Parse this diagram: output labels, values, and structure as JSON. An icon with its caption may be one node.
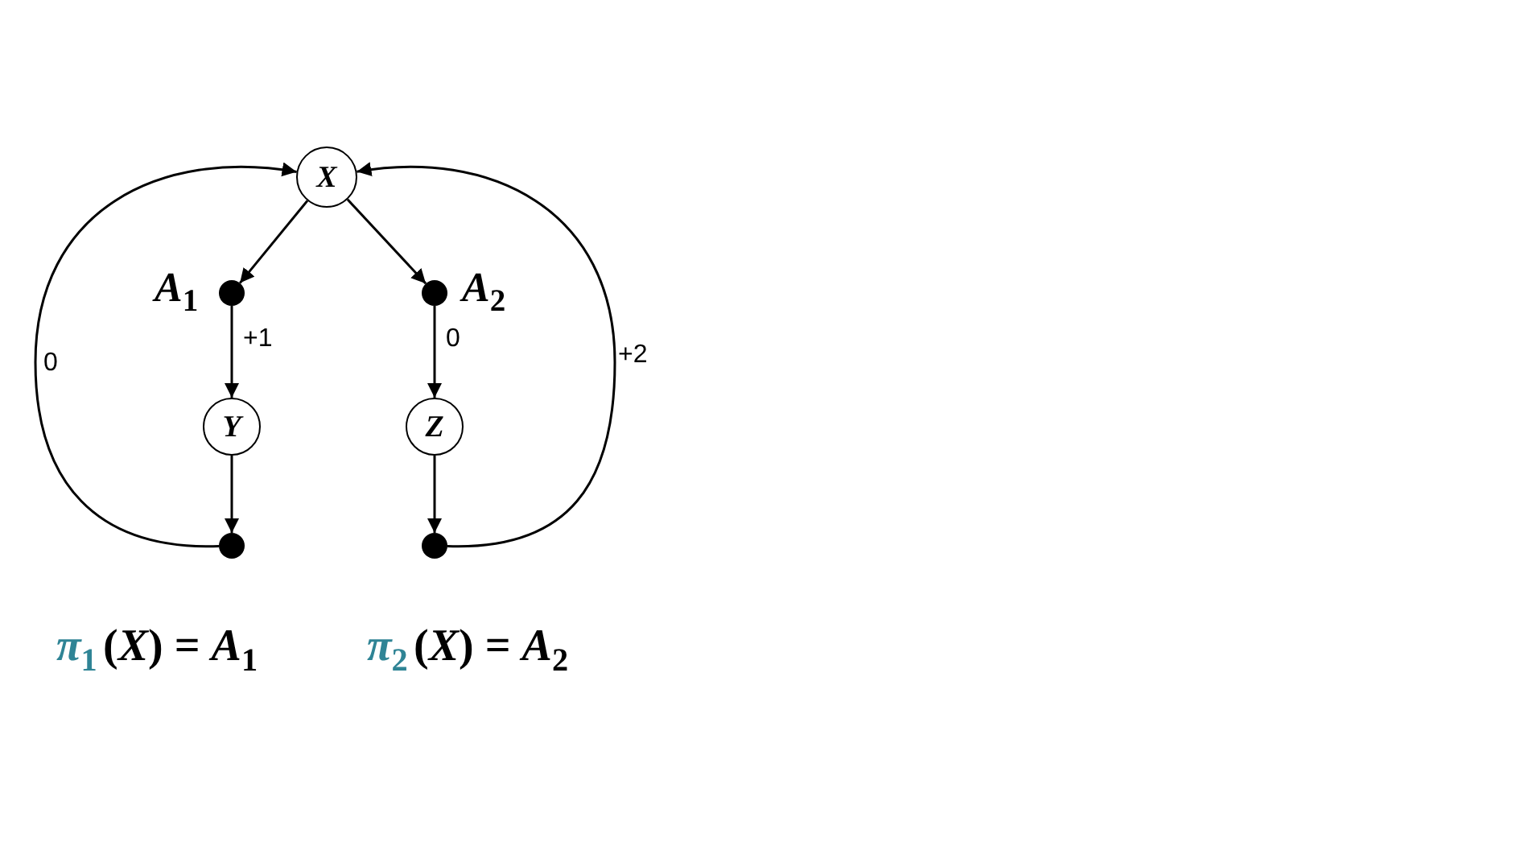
{
  "diagram": {
    "nodes": [
      {
        "text": [
          "X"
        ]
      },
      {
        "text": [],
        "shape": "circle",
        "beside": [
          "A$_{1}$"
        ]
      },
      {
        "text": [],
        "shape": "circle",
        "beside": [
          "A$_{2}$"
        ]
      },
      {
        "text": [
          "Y"
        ]
      },
      {
        "text": [
          "Z"
        ]
      },
      {
        "text": [],
        "shape": "circle"
      },
      {
        "text": [],
        "shape": "circle"
      }
    ],
    "edges": [
      {
        "from": 0,
        "to": 1,
        "arrow": "to"
      },
      {
        "from": 0,
        "to": 2,
        "arrow": "to"
      },
      {
        "from": 1,
        "to": 3,
        "arrow": "to",
        "label": "+1"
      },
      {
        "from": 2,
        "to": 4,
        "arrow": "to",
        "label": "0"
      },
      {
        "from": 3,
        "to": 5,
        "arrow": "to"
      },
      {
        "from": 4,
        "to": 6,
        "arrow": "to"
      },
      {
        "from": 5,
        "to": 0,
        "arrow": "to",
        "label": "0"
      },
      {
        "from": 6,
        "to": 0,
        "arrow": "to",
        "label": "+2"
      }
    ],
    "labels": [
      "π$_{1}$",
      "(*X*) = *A*$_{1}$",
      "π$_{2}$",
      "(*X*) = *A*$_{2}$"
    ]
  }
}
